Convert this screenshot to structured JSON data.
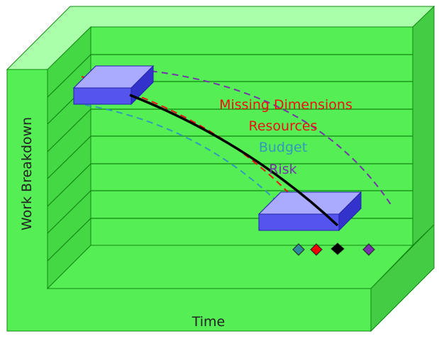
{
  "axes": {
    "vertical_label": "Work Breakdown",
    "horizontal_label": "Time"
  },
  "dimensions": [
    {
      "label": "Missing Dimensions",
      "color": "#ee1111"
    },
    {
      "label": "Resources",
      "color": "#ee1111"
    },
    {
      "label": "Budget",
      "color": "#3399bb"
    },
    {
      "label": "Risk",
      "color": "#7733aa"
    }
  ],
  "markers": [
    {
      "name": "budget-marker",
      "color": "#2e8b9a"
    },
    {
      "name": "resources-marker",
      "color": "#ee0000"
    },
    {
      "name": "schedule-marker",
      "color": "#000000"
    },
    {
      "name": "risk-marker",
      "color": "#7733aa"
    }
  ],
  "colors": {
    "box_green": "#55ee55",
    "box_green_dark": "#33cc33",
    "box_green_light": "#aaffaa",
    "block_blue": "#5555ee",
    "block_blue_light": "#aaaaff",
    "line_black": "#000000",
    "line_red": "#ee1111",
    "line_teal": "#3399bb",
    "line_purple": "#7733aa"
  }
}
